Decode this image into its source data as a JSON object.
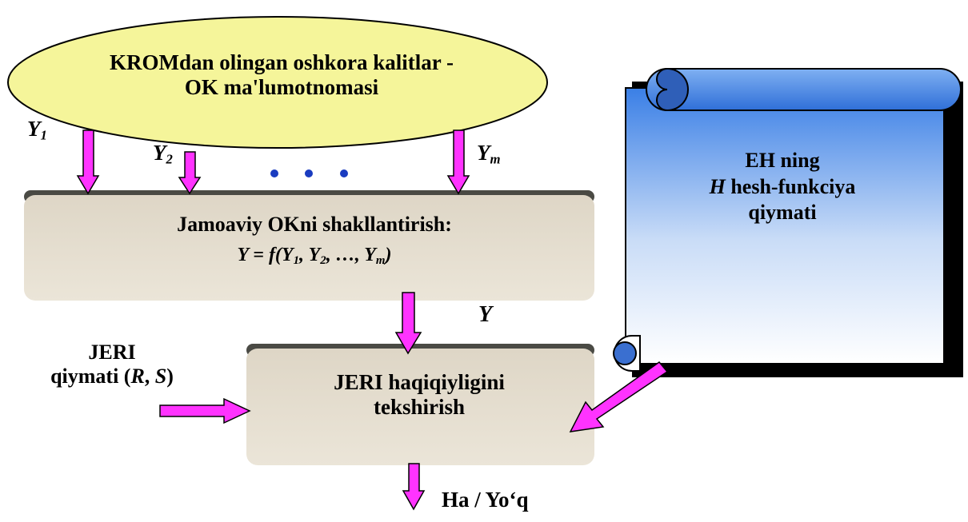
{
  "source": {
    "line1": "KROMdan olingan oshkora kalitlar -",
    "line2": "OK ma'lumotnomasi"
  },
  "inputs": {
    "base": "Y",
    "sub1": "1",
    "sub2": "2",
    "subm": "m",
    "ellipsis": "• • •"
  },
  "combine": {
    "title": "Jamoaviy OKni shakllantirish:",
    "formula": {
      "pre": "Y = f(Y",
      "s1": "1",
      "mid1": ", Y",
      "s2": "2",
      "mid2": ", …, Y",
      "sm": "m",
      "post": ")"
    }
  },
  "output_key": {
    "label": "Y"
  },
  "jeri": {
    "label_line1": "JERI",
    "label_pre": "qiymati (",
    "label_r": "R",
    "label_sep": ", ",
    "label_s": "S",
    "label_post": ")"
  },
  "verify": {
    "line1": "JERI haqiqiyligini",
    "line2": "tekshirish"
  },
  "hash": {
    "line1": "EH ning",
    "line2_h": "H",
    "line2_rest": " hesh-funkciya",
    "line3": "qiymati"
  },
  "result": {
    "label": "Ha / Yo‘q"
  },
  "colors": {
    "ellipse_fill": "#f5f59a",
    "box_fill": "#e6dfd0",
    "box_top": "#4a4a44",
    "arrow_fill": "#ff33ff",
    "scroll_light": "#ffffff",
    "scroll_dark": "#3a7fe6",
    "dots": "#1a3cc0"
  }
}
